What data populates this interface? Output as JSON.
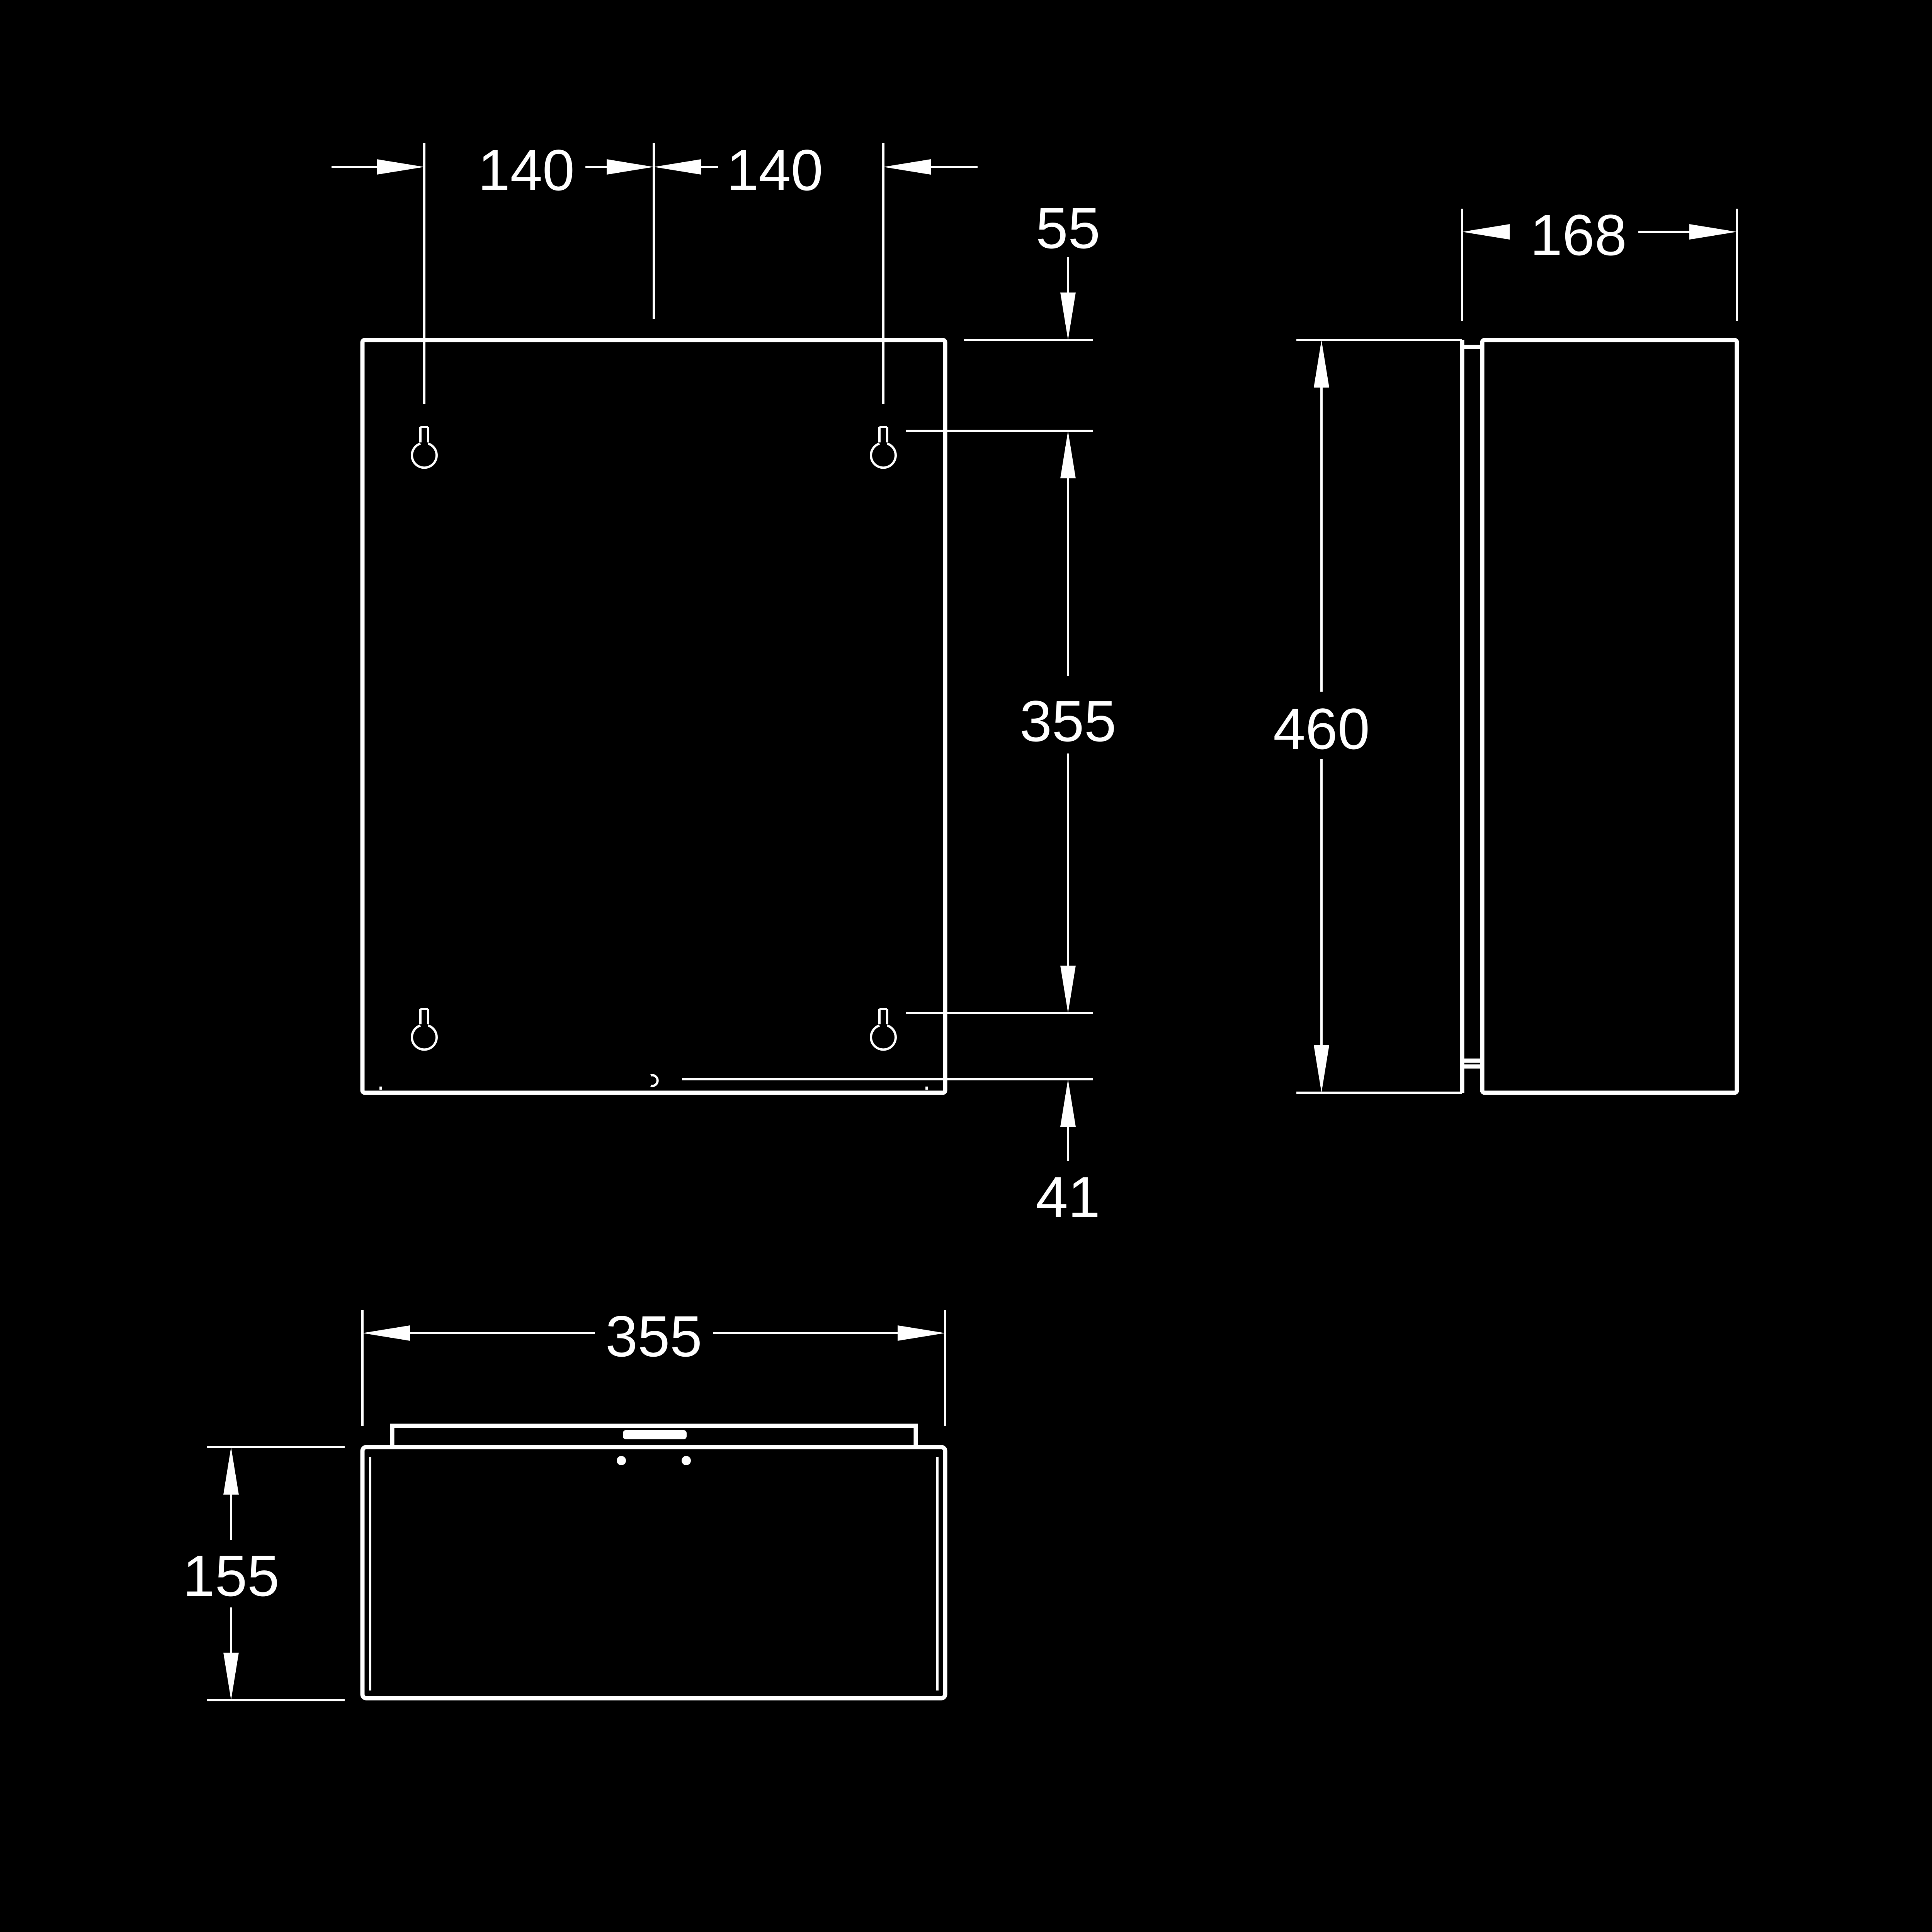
{
  "colors": {
    "background": "#000000",
    "line": "#ffffff"
  },
  "dimensions": {
    "front_left_hole_offset": "140",
    "front_right_hole_offset": "140",
    "front_top_to_holes": "55",
    "front_hole_spacing": "355",
    "front_bottom_offset": "41",
    "side_height": "460",
    "side_depth": "168",
    "bottom_width": "355",
    "bottom_depth": "155"
  }
}
